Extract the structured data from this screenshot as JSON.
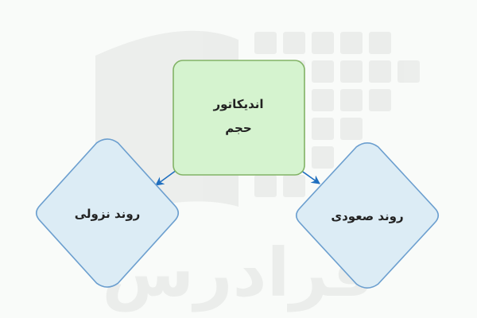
{
  "diagram": {
    "watermark": {
      "text": "فرادرس",
      "icon": "faradars-logo-watermark"
    },
    "nodes": {
      "indicator": {
        "shape": "rounded-rectangle",
        "line1": "اندیکاتور",
        "line2": "حجم",
        "fill": "#d5f3cf",
        "stroke": "#82b366"
      },
      "downtrend": {
        "shape": "rounded-diamond",
        "label": "روند نزولی",
        "fill": "#dcecf5",
        "stroke": "#6c9fcf"
      },
      "uptrend": {
        "shape": "rounded-diamond",
        "label": "روند صعودی",
        "fill": "#dcecf5",
        "stroke": "#6c9fcf"
      }
    },
    "edges": [
      {
        "from": "indicator",
        "to": "downtrend",
        "color": "#1f6fbf"
      },
      {
        "from": "indicator",
        "to": "uptrend",
        "color": "#1f6fbf"
      }
    ],
    "colors": {
      "background": "#f9fbf9",
      "text": "#222222",
      "edge": "#1f6fbf"
    }
  }
}
